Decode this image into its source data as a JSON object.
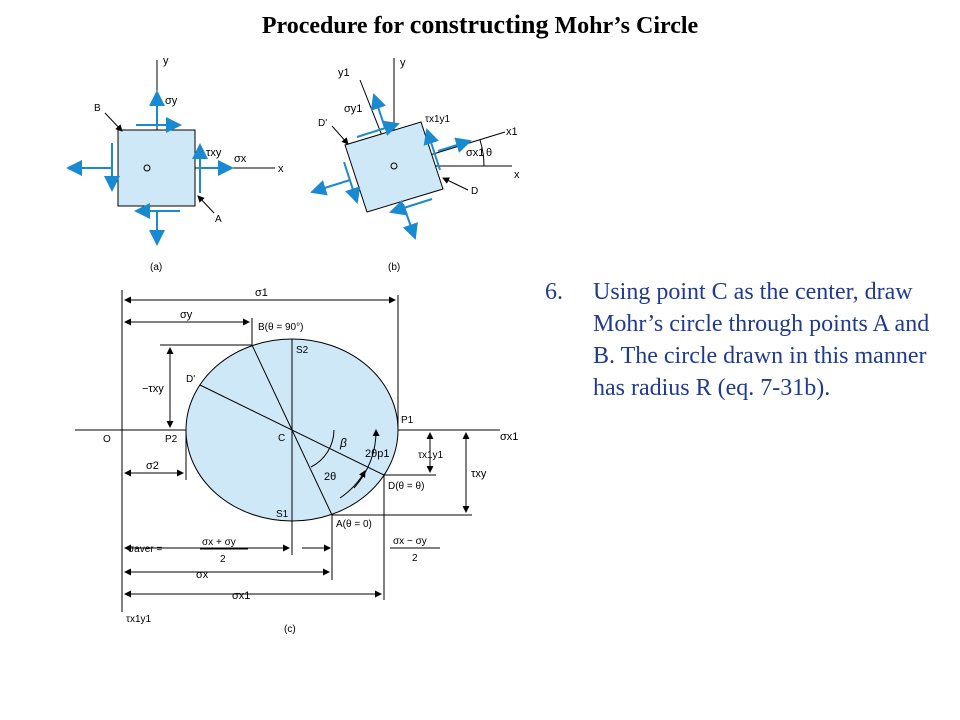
{
  "title": {
    "part1": "Procedure for ",
    "part2": "constructing",
    "part3": " Mohr’s Circle"
  },
  "step": {
    "number": "6.",
    "text": "Using point C as the center, draw Mohr’s circle through points A and B. The circle drawn in this manner has radius R (eq. 7-31b)."
  },
  "fig_a": {
    "caption": "(a)",
    "y": "y",
    "x": "x",
    "o": "O",
    "B": "B",
    "A": "A",
    "sigma_y": "σy",
    "sigma_x": "σx",
    "tau_xy": "τxy"
  },
  "fig_b": {
    "caption": "(b)",
    "y": "y",
    "y1": "y1",
    "x": "x",
    "x1": "x1",
    "o": "O",
    "D": "D",
    "Dp": "D'",
    "sigma_y1": "σy1",
    "sigma_x1": "σx1",
    "tau_x1y1": "τx1y1",
    "theta": "θ"
  },
  "fig_c": {
    "caption": "(c)",
    "O": "O",
    "C": "C",
    "P1": "P1",
    "P2": "P2",
    "S1": "S1",
    "S2": "S2",
    "Dp": "D'",
    "B_label": "B(θ = 90°)",
    "A_label": "A(θ = 0)",
    "D_label": "D(θ = θ)",
    "sigma1": "σ1",
    "sigma_y": "σy",
    "neg_tau_xy": "−τxy",
    "sigma2": "σ2",
    "sigma_aver": "σaver =",
    "avg_num": "σx + σy",
    "avg_den": "2",
    "diff_num": "σx − σy",
    "diff_den": "2",
    "sigma_x": "σx",
    "sigma_x1": "σx1",
    "sigma_x1_axis": "σx1",
    "tau_xy": "τxy",
    "tau_x1y1": "τx1y1",
    "tau_x1y1_axis": "τx1y1",
    "beta": "β",
    "two_theta": "2θ",
    "two_theta_p1": "2θp1"
  },
  "colors": {
    "face": "#cfe8f7",
    "arrow": "#1a8ad0",
    "text_blue": "#1f3a93"
  }
}
